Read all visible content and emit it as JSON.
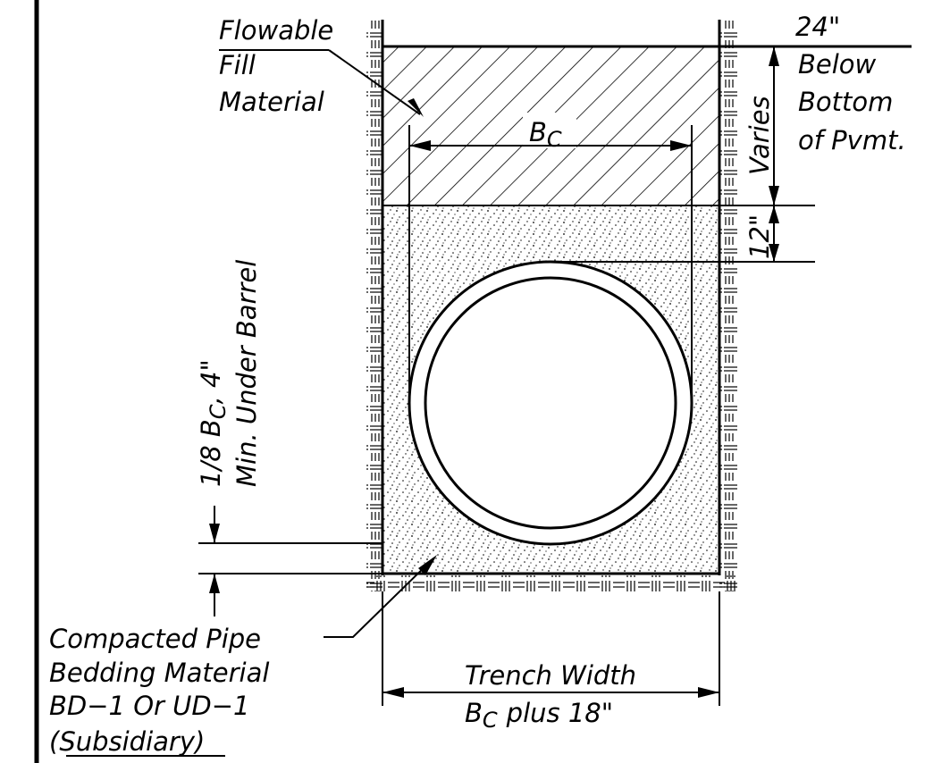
{
  "labels": {
    "flowable_fill": [
      "Flowable",
      "Fill",
      "Material"
    ],
    "bc": "B",
    "bc_sub": "C",
    "bc2": "B",
    "bc2_sub": "C",
    "depth_24": [
      "24\"",
      "Below",
      "Bottom",
      "of Pvmt."
    ],
    "varies": "Varies",
    "twelve": "12\"",
    "min_under_1": "1/8 B",
    "min_under_sub": "C",
    "min_under_2": ", 4\"",
    "min_under_3": "Min. Under Barrel",
    "bedding": [
      "Compacted Pipe",
      "Bedding Material",
      "BD−1 Or UD−1",
      "(Subsidiary)"
    ],
    "trench_width": "Trench Width",
    "plus_18": "plus 18\""
  },
  "colors": {
    "ink": "#000000",
    "paper": "#ffffff"
  }
}
